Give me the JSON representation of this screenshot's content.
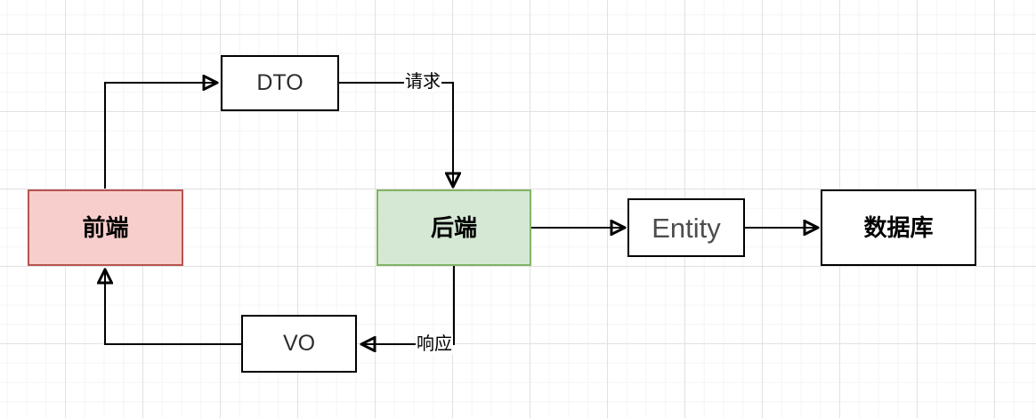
{
  "nodes": {
    "dto": {
      "label": "DTO"
    },
    "frontend": {
      "label": "前端"
    },
    "backend": {
      "label": "后端"
    },
    "entity": {
      "label": "Entity"
    },
    "database": {
      "label": "数据库"
    },
    "vo": {
      "label": "VO"
    }
  },
  "edges": {
    "request": {
      "label": "请求"
    },
    "response": {
      "label": "响应"
    }
  },
  "colors": {
    "frontend_fill": "#f8cecc",
    "frontend_stroke": "#b85450",
    "backend_fill": "#d5e8d4",
    "backend_stroke": "#82b366",
    "plain_box_fill": "#ffffff",
    "plain_box_stroke": "#000000",
    "edge_stroke": "#000000",
    "grid_minor": "#f4f4f4",
    "grid_major": "#e1e1e1"
  }
}
